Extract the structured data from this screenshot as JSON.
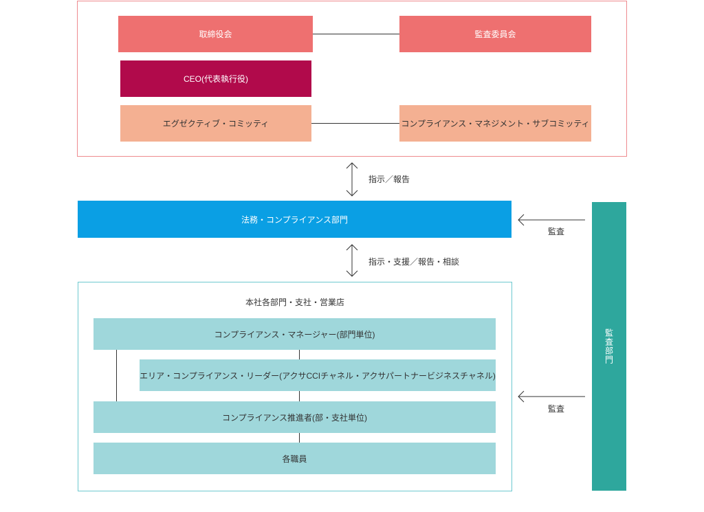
{
  "colors": {
    "board_red": "#ee7070",
    "ceo_crimson": "#b10a4b",
    "committee_peach": "#f4b092",
    "legal_blue": "#0a9fe4",
    "branch_border": "#6cc9cf",
    "branch_box": "#9fd7db",
    "audit_teal": "#2ea79d",
    "top_border": "#ee8a8e"
  },
  "top": {
    "board": "取締役会",
    "audit_committee": "監査委員会",
    "ceo": "CEO(代表執行役)",
    "executive_committee": "エグゼクティブ・コミッティ",
    "compliance_subcommittee": "コンプライアンス・マネジメント・サブコミッティ"
  },
  "arrow1_label": "指示／報告",
  "legal": "法務・コンプライアンス部門",
  "arrow2_label": "指示・支援／報告・相談",
  "branch": {
    "title": "本社各部門・支社・営業店",
    "manager": "コンプライアンス・マネージャー(部門単位)",
    "area_leader": "エリア・コンプライアンス・リーダー(アクサCCIチャネル・アクサパートナービジネスチャネル)",
    "promoter": "コンプライアンス推進者(部・支社単位)",
    "staff": "各職員"
  },
  "audit": {
    "department": "監査部門",
    "label_upper": "監査",
    "label_lower": "監査"
  }
}
